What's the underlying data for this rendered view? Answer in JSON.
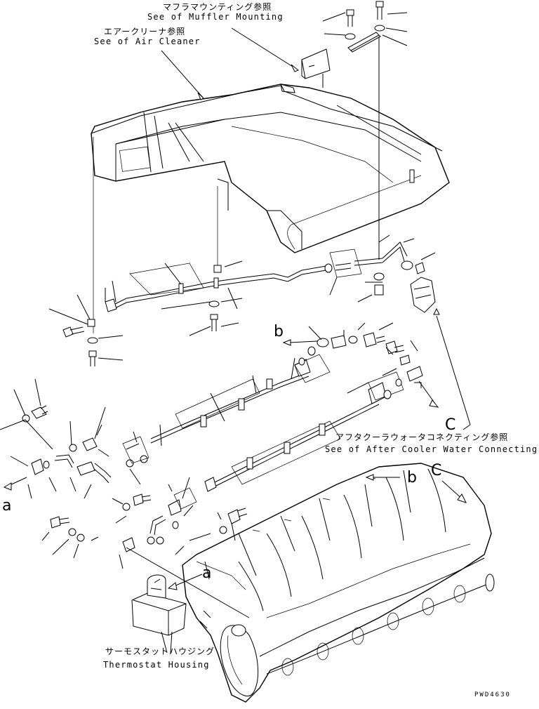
{
  "callouts": {
    "muffler": {
      "jp": "マフラマウンティング参照",
      "en": "See of Muffler Mounting"
    },
    "air_cleaner": {
      "jp": "エアークリーナ参照",
      "en": "See of Air Cleaner"
    },
    "after_cooler": {
      "jp": "アフタクーラウォータコネクティング参照",
      "en": "See of After Cooler Water Connecting"
    },
    "thermostat": {
      "jp": "サーモスタットハウジング",
      "en": "Thermostat Housing"
    }
  },
  "reference_letters": {
    "a_left": "a",
    "a_engine": "a",
    "b_upper": "b",
    "b_right": "b",
    "c_after_cooler": "C",
    "c_engine": "C"
  },
  "drawing_code": "PWD4630"
}
